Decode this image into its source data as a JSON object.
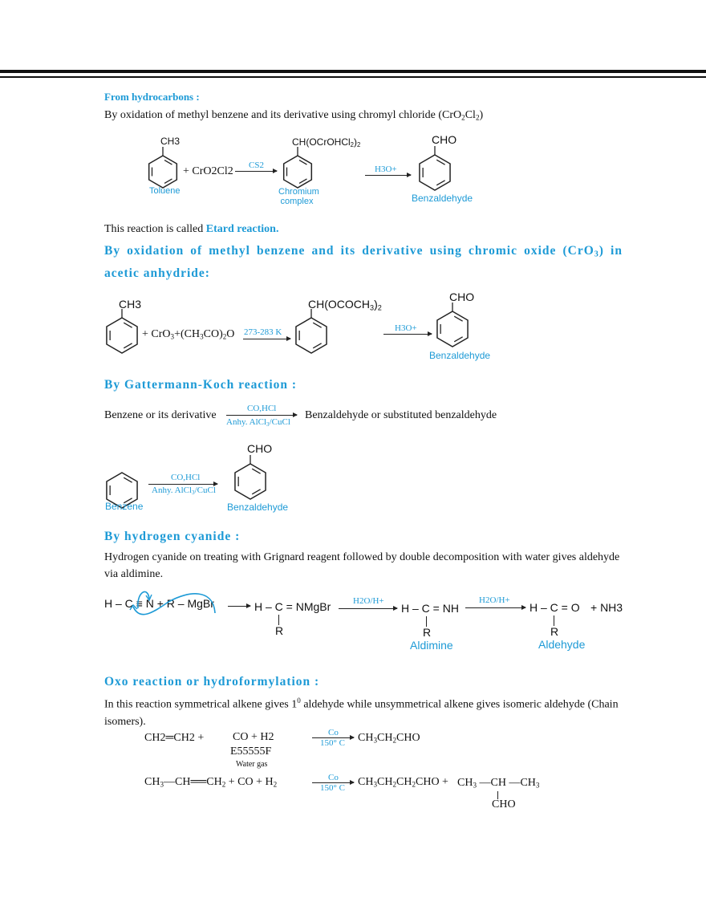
{
  "colors": {
    "accent": "#1d9ad6",
    "text": "#111111"
  },
  "section1": {
    "heading": "From hydrocarbons :",
    "text": "By oxidation of methyl benzene and its derivative using chromyl chloride (CrO2Cl2)",
    "reaction": {
      "substituent1": "CH3",
      "reagent": "+ CrO2Cl2",
      "cond1": "CS2",
      "intermediate": "CH(OCrOHCl2)2",
      "cond2": "H3O+",
      "product_group": "CHO",
      "label1": "Toluene",
      "label2a": "Chromium",
      "label2b": "complex",
      "label3": "Benzaldehyde"
    },
    "note_prefix": "This reaction is called ",
    "note_highlight": "Etard reaction."
  },
  "section2": {
    "heading": "By oxidation of methyl benzene and its derivative using chromic oxide (CrO3) in acetic anhydride:",
    "reaction": {
      "substituent1": "CH3",
      "reagent": "+CrO3+(CH3CO)2O",
      "cond1": "273-283 K",
      "intermediate": "CH(OCOCH3)2",
      "cond2": "H3O+",
      "product_group": "CHO",
      "label3": "Benzaldehyde"
    }
  },
  "section3": {
    "heading": "By Gattermann-Koch reaction :",
    "line_left": "Benzene or its derivative",
    "cond_top": "CO,HCl",
    "cond_bottom": "Anhy. AlCl3/CuCl",
    "line_right": "Benzaldehyde or substituted benzaldehyde",
    "reaction": {
      "label1": "Benzene",
      "product_group": "CHO",
      "label2": "Benzaldehyde"
    }
  },
  "section4": {
    "heading": "By hydrogen cyanide :",
    "text": "Hydrogen cyanide on treating with Grignard reagent followed by double decomposition with water gives aldehyde via aldimine.",
    "reaction": {
      "r1": "H – C ≡ N  +  R – MgBr",
      "p1": "H – C = NMgBr",
      "cond1": "H2O/H+",
      "p2": "H – C = NH",
      "cond2": "H2O/H+",
      "p3": "H – C = O",
      "p3b": "+ NH3",
      "R": "R",
      "label_aldimine": "Aldimine",
      "label_aldehyde": "Aldehyde"
    }
  },
  "section5": {
    "heading": "Oxo reaction or hydroformylation :",
    "text": "In this reaction symmetrical alkene gives 10 aldehyde while unsymmetrical alkene gives isomeric aldehyde (Chain isomers).",
    "row1": {
      "reactant": "CH2═CH2 +",
      "reagent": "CO + H2",
      "artifact": "E55555F",
      "reagent_label": "Water gas",
      "cond_top": "Co",
      "cond_bottom": "150° C",
      "product": "CH3CH2CHO"
    },
    "row2": {
      "reactant": "CH3—CH═CH2 + CO + H2",
      "cond_top": "Co",
      "cond_bottom": "150° C",
      "product": "CH3CH2CH2CHO +",
      "isomer": "CH3 —CH —CH3",
      "isomer_branch": "CHO"
    }
  }
}
